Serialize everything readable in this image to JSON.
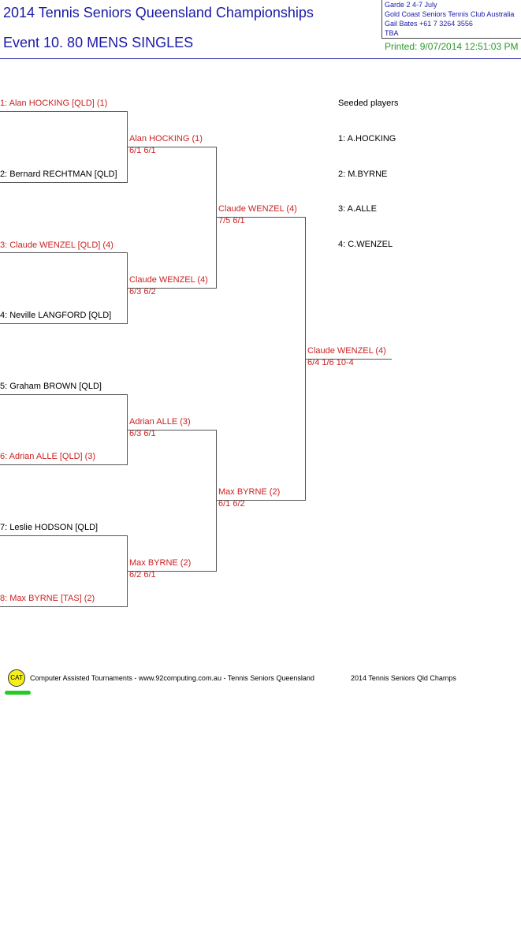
{
  "header": {
    "title": "2014 Tennis Seniors Queensland Championships",
    "event": "Event 10. 80 MENS SINGLES",
    "info_lines": [
      "Garde 2    4-7 July",
      "Gold Coast Seniors Tennis Club    Australia",
      "Gail Bates    +61 7 3264 3556",
      "TBA"
    ],
    "printed": "Printed: 9/07/2014 12:51:03 PM"
  },
  "draw": {
    "round1": [
      {
        "label": "1: Alan HOCKING [QLD] (1)",
        "color": "#cc2222"
      },
      {
        "label": "2: Bernard RECHTMAN [QLD]",
        "color": "#000000"
      },
      {
        "label": "3: Claude WENZEL [QLD] (4)",
        "color": "#cc2222"
      },
      {
        "label": "4: Neville LANGFORD [QLD]",
        "color": "#000000"
      },
      {
        "label": "5: Graham BROWN [QLD]",
        "color": "#000000"
      },
      {
        "label": "6: Adrian ALLE [QLD] (3)",
        "color": "#cc2222"
      },
      {
        "label": "7: Leslie HODSON [QLD]",
        "color": "#000000"
      },
      {
        "label": "8: Max BYRNE [TAS] (2)",
        "color": "#cc2222"
      }
    ],
    "round2": [
      {
        "name": "Alan HOCKING (1)",
        "score": "6/1 6/1"
      },
      {
        "name": "Claude WENZEL (4)",
        "score": "6/3 6/2"
      },
      {
        "name": "Adrian ALLE (3)",
        "score": "6/3 6/1"
      },
      {
        "name": "Max BYRNE (2)",
        "score": "6/2 6/1"
      }
    ],
    "semis": [
      {
        "name": "Claude WENZEL (4)",
        "score": "7/5 6/1"
      },
      {
        "name": "Max BYRNE (2)",
        "score": "6/1 6/2"
      }
    ],
    "final": {
      "name": "Claude WENZEL (4)",
      "score": "6/4 1/6 10-4"
    }
  },
  "seeds": {
    "heading": "Seeded players",
    "items": [
      "1: A.HOCKING",
      "2: M.BYRNE",
      "3: A.ALLE",
      "4: C.WENZEL"
    ]
  },
  "footer": {
    "logo_text": "CAT",
    "credit": "Computer Assisted Tournaments - www.92computing.com.au -  Tennis Seniors Queensland",
    "tournament": "2014 Tennis Seniors Qld Champs"
  }
}
